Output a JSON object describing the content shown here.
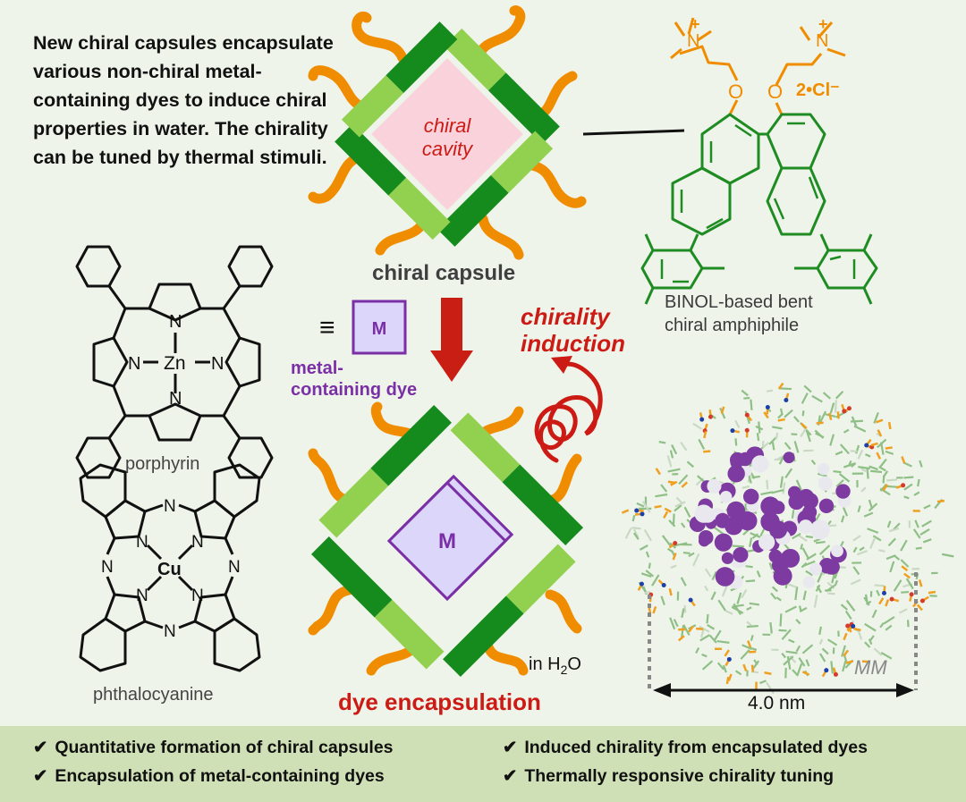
{
  "summary": "New chiral capsules encapsulate various non-chiral metal-containing dyes to induce chiral properties in water. The chirality can be tuned by thermal stimuli.",
  "capsule": {
    "cavity_label_line1": "chiral",
    "cavity_label_line2": "cavity",
    "label": "chiral capsule"
  },
  "amphiphile": {
    "label_line1": "BINOL-based bent",
    "label_line2": "chiral amphiphile",
    "counterion": "2•Cl⁻",
    "atom_N": "N",
    "atom_O": "O",
    "charge": "+"
  },
  "dye": {
    "equiv_symbol": "≡",
    "metal_symbol": "M",
    "label_line1": "metal-",
    "label_line2": "containing dye"
  },
  "porphyrin": {
    "label": "porphyrin",
    "metal": "Zn",
    "atom_N": "N"
  },
  "phthalocyanine": {
    "label": "phthalocyanine",
    "metal": "Cu",
    "atom_N": "N"
  },
  "process": {
    "chirality_line1": "chirality",
    "chirality_line2": "induction",
    "encapsulation_label": "dye encapsulation",
    "solvent_prefix": "in H",
    "solvent_sub": "2",
    "solvent_suffix": "O"
  },
  "model": {
    "method_label": "MM",
    "size_label": "4.0 nm"
  },
  "features": [
    {
      "check": "✔",
      "text": "Quantitative formation of chiral capsules"
    },
    {
      "check": "✔",
      "text": "Encapsulation of metal-containing dyes"
    },
    {
      "check": "✔",
      "text": "Induced chirality from encapsulated dyes"
    },
    {
      "check": "✔",
      "text": "Thermally responsive chirality tuning"
    }
  ],
  "colors": {
    "background": "#eef4ea",
    "dark_green": "#158a1d",
    "light_green": "#92d050",
    "orange": "#f08c00",
    "red": "#cc1b14",
    "purple": "#7b2fa6",
    "lavender": "#dcd6fb",
    "pink": "#f9d2dc",
    "feature_band": "#cfe0b6"
  }
}
